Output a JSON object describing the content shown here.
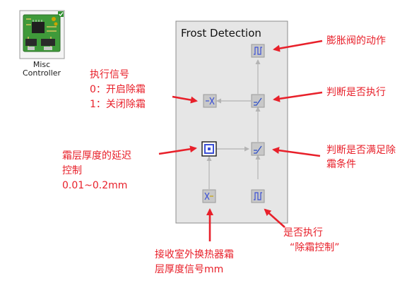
{
  "component": {
    "label_line1": "Misc",
    "label_line2": "Controller"
  },
  "panel": {
    "title": "Frost Detection",
    "blocks": [
      {
        "id": "valve_action",
        "icon": "pulse-wave-icon"
      },
      {
        "id": "execute_decision",
        "icon": "ramp-icon"
      },
      {
        "id": "execute_signal",
        "icon": "cross-output-icon"
      },
      {
        "id": "delay",
        "icon": "delay-block-icon"
      },
      {
        "id": "condition_decision",
        "icon": "ramp-icon"
      },
      {
        "id": "frost_thickness_in",
        "icon": "cross-input-icon"
      },
      {
        "id": "execute_control_in",
        "icon": "pulse-wave-icon"
      }
    ]
  },
  "annotations": {
    "valve_action": "膨胀阀的动作",
    "execute_decision": "判断是否执行",
    "signal_title": "执行信号",
    "signal_line0": "0：开启除霜",
    "signal_line1": "1：关闭除霜",
    "condition_line1": "判断是否满足除",
    "condition_line2": "霜条件",
    "delay_line1": "霜层厚度的延迟",
    "delay_line2": "控制",
    "delay_line3": "0.01~0.2mm",
    "input_line1": "接收室外换热器霜",
    "input_line2": "层厚度信号mm",
    "control_line1": "是否执行",
    "control_line2": "“除霜控制”"
  },
  "colors": {
    "annotation_red": "#e8202a",
    "panel_bg": "#e6e6e6",
    "panel_border": "#8c8c8c",
    "block_icon_blue": "#3a4fd6",
    "pcb_green": "#3f9a3a"
  }
}
